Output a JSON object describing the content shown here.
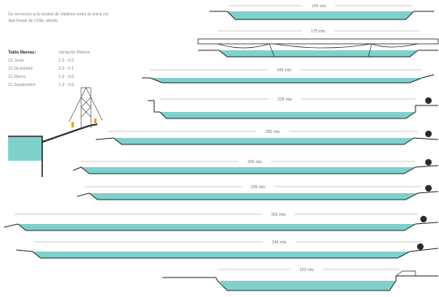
{
  "intro": {
    "line1": "Se reconoce a la ciudad de Valdivia como la única ciu",
    "line2": "dad fluvial de Chile, donde"
  },
  "tide_table": {
    "header": [
      "Tabla Mareas:",
      "Variación Metros"
    ],
    "rows": [
      [
        "21 Junio",
        "1.5 - 0.5"
      ],
      [
        "21 Diciembre",
        "2.0 - 0.1"
      ],
      [
        "21 Marzo",
        "1.6 - 0.6"
      ],
      [
        "21 Septiembre",
        "1.9 - 0.6"
      ]
    ]
  },
  "sections": [
    {
      "width_label": "145 mts",
      "has_bridge": false,
      "has_tree": false
    },
    {
      "width_label": "175 mts",
      "has_bridge": true,
      "has_tree": false
    },
    {
      "width_label": "240 mts",
      "has_bridge": false,
      "has_tree": false
    },
    {
      "width_label": "230 mts",
      "has_bridge": false,
      "has_tree": true
    },
    {
      "width_label": "280 mts",
      "has_bridge": false,
      "has_tree": true
    },
    {
      "width_label": "300 mts",
      "has_bridge": false,
      "has_tree": true
    },
    {
      "width_label": "206 mts",
      "has_bridge": false,
      "has_tree": true
    },
    {
      "width_label": "350 mts",
      "has_bridge": false,
      "has_tree": true
    },
    {
      "width_label": "240 mts",
      "has_bridge": false,
      "has_tree": true
    },
    {
      "width_label": "152 mts",
      "has_bridge": false,
      "has_tree": false
    }
  ],
  "colors": {
    "water": "#7fd1cc",
    "line": "#2a2a2a",
    "dim": "#9a9a9a",
    "accent": "#f0a030"
  }
}
